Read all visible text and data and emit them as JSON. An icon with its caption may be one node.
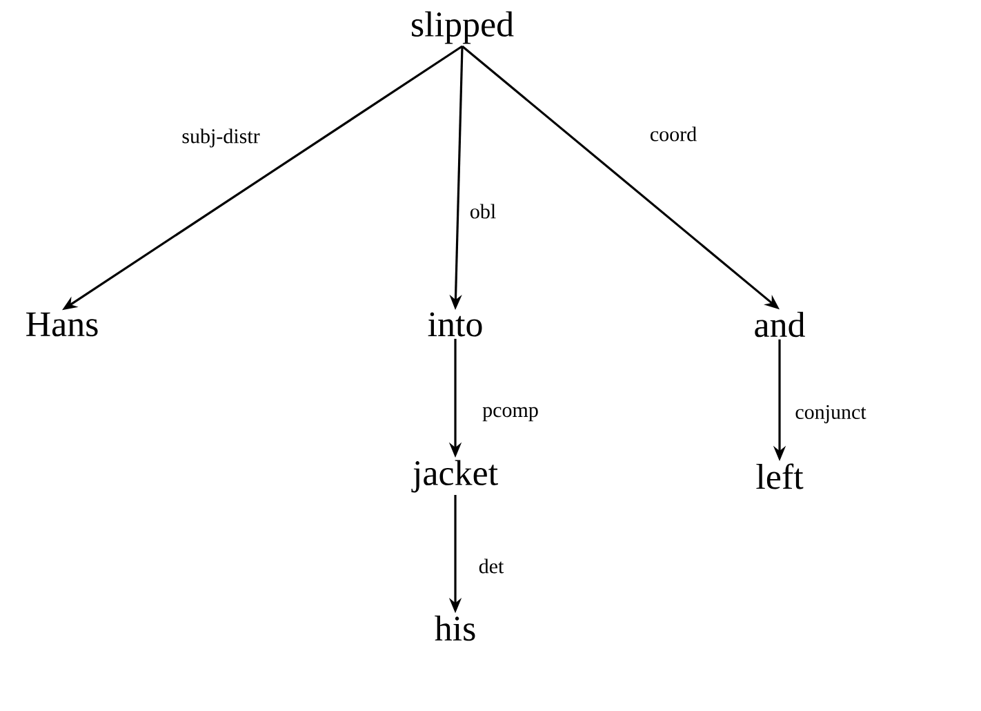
{
  "diagram": {
    "nodes": [
      {
        "text": [
          "slipped"
        ]
      },
      {
        "text": [
          "Hans"
        ]
      },
      {
        "text": [
          "into"
        ]
      },
      {
        "text": [
          "and"
        ]
      },
      {
        "text": [
          "jacket"
        ]
      },
      {
        "text": [
          "left"
        ]
      },
      {
        "text": [
          "his"
        ]
      }
    ],
    "edges": [
      {
        "from": 0,
        "to": 1,
        "arrow": "to",
        "label": "subj-distr"
      },
      {
        "from": 0,
        "to": 2,
        "arrow": "to",
        "label": "obl"
      },
      {
        "from": 0,
        "to": 3,
        "arrow": "to",
        "label": "coord"
      },
      {
        "from": 2,
        "to": 4,
        "arrow": "to",
        "label": "pcomp"
      },
      {
        "from": 3,
        "to": 5,
        "arrow": "to",
        "label": "conjunct"
      },
      {
        "from": 4,
        "to": 6,
        "arrow": "to",
        "label": "det"
      }
    ]
  }
}
